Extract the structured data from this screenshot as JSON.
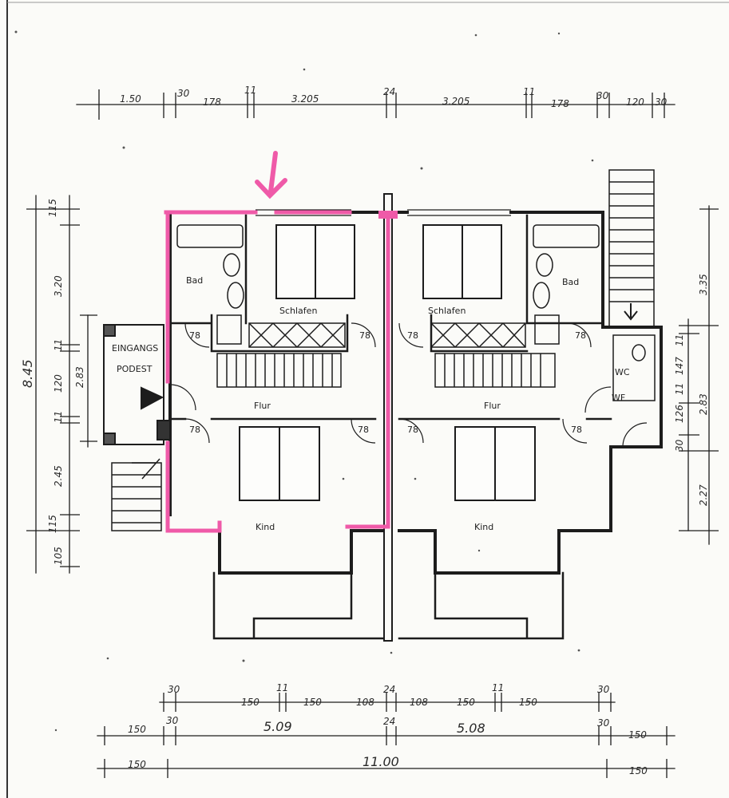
{
  "colors": {
    "ink": "#1c1c1c",
    "highlight": "#ef5aa8",
    "paper": "#fbfbf8"
  },
  "top_dims": {
    "d1": "1.50",
    "d2": "30",
    "d3": "178",
    "d4": "11",
    "d5": "3.205",
    "d6": "24",
    "d7": "3.205",
    "d8": "11",
    "d9": "178",
    "d10": "30",
    "d11": "120",
    "d12": "30"
  },
  "left_dims": {
    "v1": "8.45",
    "v2": "115",
    "v3": "3.20",
    "v4": "11",
    "v5": "120",
    "v6": "2.83",
    "v7": "11",
    "v8": "2.45",
    "v9": "115",
    "v10": "105"
  },
  "right_dims": {
    "r1": "3.35",
    "r2": "11",
    "r3": "147",
    "r4": "2.83",
    "r5": "11",
    "r6": "126",
    "r7": "30",
    "r8": "2.27"
  },
  "rooms": {
    "bad_left": "Bad",
    "schlafen_left": "Schlafen",
    "flur_left": "Flur",
    "kind_left": "Kind",
    "eingang_1": "EINGANGS",
    "eingang_2": "PODEST",
    "bad_right": "Bad",
    "schlafen_right": "Schlafen",
    "flur_right": "Flur",
    "kind_right": "Kind",
    "wc": "WC",
    "wf": "WF"
  },
  "door_widths": {
    "dw1": "78",
    "dw2": "78",
    "dw3": "78",
    "dw4": "78",
    "dw5": "78",
    "dw6": "78",
    "dw7": "78",
    "dw8": "78"
  },
  "bottom_dims": {
    "row1": [
      "30",
      "150",
      "11",
      "150",
      "108",
      "24",
      "108",
      "150",
      "11",
      "150",
      "30"
    ],
    "row2": [
      "150",
      "30",
      "5.09",
      "24",
      "5.08",
      "30",
      "150"
    ],
    "row3": [
      "150",
      "11.00",
      "150"
    ]
  }
}
